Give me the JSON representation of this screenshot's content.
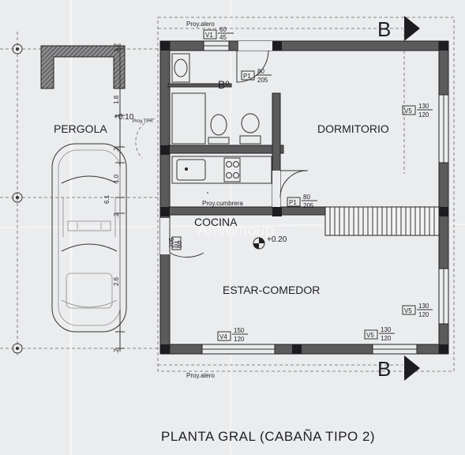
{
  "rooms": {
    "bano": "Bº",
    "dormitorio": "DORMITORIO",
    "cocina": "COCINA",
    "estar": "ESTAR-COMEDOR",
    "pergola": "PERGOLA"
  },
  "labels": {
    "proy_alero_top": "Proy.alero",
    "proy_alero_bottom": "Proy.alero",
    "proy_cumbrera": "Proy.cumbrera",
    "proy_tpr": "Proy.TPR",
    "level": "+0.10",
    "level_main": "+0.20",
    "section_top": "B",
    "section_bottom": "B",
    "watermark": "Ammmoup"
  },
  "windows": {
    "v1": {
      "tag": "V1",
      "w": "60",
      "h": "45"
    },
    "v5_dorm": {
      "tag": "V5",
      "w": "130",
      "h": "120"
    },
    "v5_estar": {
      "tag": "V5",
      "w": "130",
      "h": "120"
    },
    "v4": {
      "tag": "V4",
      "w": "150",
      "h": "120"
    },
    "v5_bottom": {
      "tag": "V5",
      "w": "130",
      "h": "120"
    }
  },
  "doors": {
    "p1_bano": {
      "tag": "P1",
      "w": "80",
      "h": "205"
    },
    "p1_dorm": {
      "tag": "P1",
      "w": "80",
      "h": "205"
    },
    "p1_entry": {
      "tag": "P1",
      "w": "80",
      "h": "205"
    }
  },
  "dimensions": {
    "d1": "1.2",
    "d2": "1.8",
    "d3": ".2",
    "d4": "1.0",
    "d5": ".2",
    "d6": "6.1",
    "d7": "2.6",
    "d8": ".2"
  },
  "title": "PLANTA GRAL (CABAÑA TIPO 2)",
  "colors": {
    "paper": "#ebecee",
    "wall": "#5b5a5c",
    "ink": "#1f2023"
  }
}
